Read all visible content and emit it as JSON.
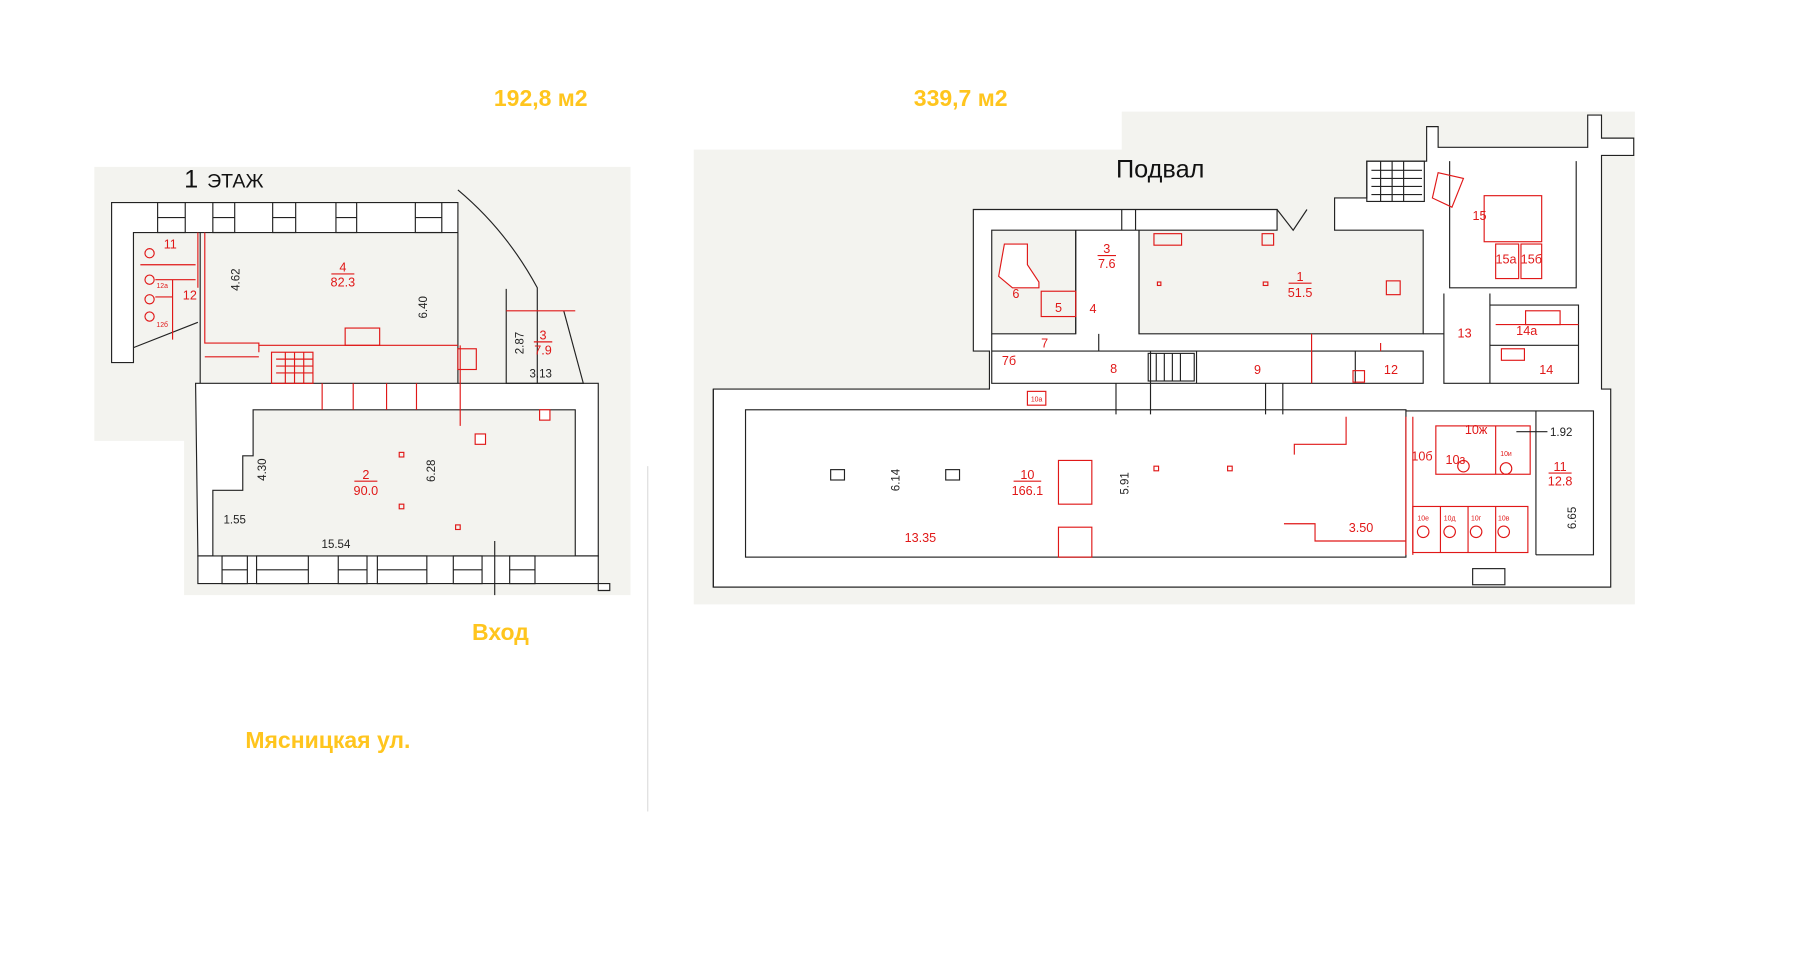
{
  "summary": {
    "floor1_area": "192,8 м2",
    "basement_area": "339,7 м2",
    "entrance": "Вход",
    "street": "Мясницкая ул."
  },
  "floor1": {
    "title_num": "1",
    "title": "ЭТАЖ",
    "rooms": {
      "r11": "11",
      "r12": "12",
      "r12a": "12а",
      "r12b": "12б",
      "r4": "4",
      "r4_area": "82.3",
      "r3": "3",
      "r3_area": "7.9",
      "r2": "2",
      "r2_area": "90.0"
    },
    "dims": {
      "d462": "4.62",
      "d640": "6.40",
      "d287": "2.87",
      "d313": "3.13",
      "d628": "6.28",
      "d430": "4.30",
      "d155": "1.55",
      "d1554": "15.54"
    }
  },
  "basement": {
    "title": "Подвал",
    "rooms": {
      "r1": "1",
      "r1_area": "51.5",
      "r3": "3",
      "r3_area": "7.6",
      "r4": "4",
      "r5": "5",
      "r6": "6",
      "r7": "7",
      "r7b": "7б",
      "r8": "8",
      "r9": "9",
      "r12": "12",
      "r13": "13",
      "r14": "14",
      "r14a": "14а",
      "r15": "15",
      "r15a": "15а",
      "r15b": "15б",
      "r10": "10",
      "r10_area": "166.1",
      "r10a": "10а",
      "r10b": "10б",
      "r10zh": "10ж",
      "r10z": "10з",
      "r10i": "10и",
      "r10e": "10е",
      "r10d": "10д",
      "r10g": "10г",
      "r10v": "10в",
      "r11": "11",
      "r11_area": "12.8"
    },
    "dims": {
      "d192": "1.92",
      "d665": "6.65",
      "d614": "6.14",
      "d591": "5.91",
      "d1335": "13.35",
      "d350": "3.50"
    }
  }
}
